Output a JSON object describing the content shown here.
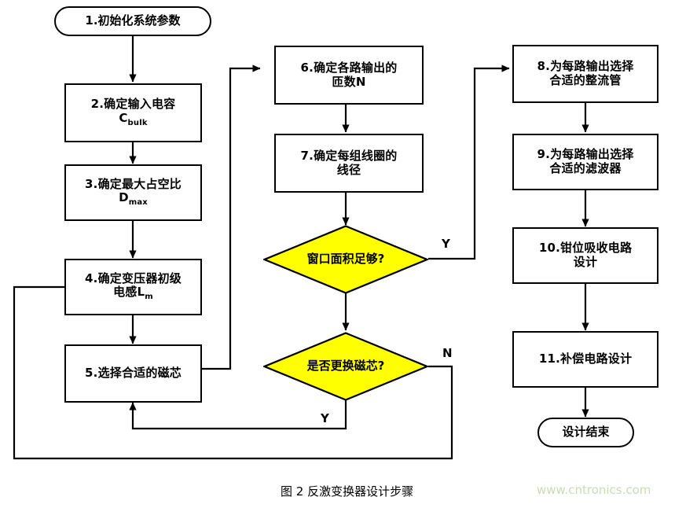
{
  "figure": {
    "caption": "图 2  反激变换器设计步骤",
    "watermark": "www.cntronics.com",
    "colors": {
      "decision_fill": "#FFFF00",
      "stroke": "#000000",
      "process_fill": "#FFFFFF",
      "watermark_text": "#C9DCB4",
      "background": "#FFFFFF"
    }
  },
  "nodes": {
    "start": {
      "label": "1.初始化系统参数",
      "shape": "terminator"
    },
    "step2": {
      "line1": "2.确定输入电容",
      "line2_main": "C",
      "line2_sub": "bulk",
      "shape": "process"
    },
    "step3": {
      "line1": "3.确定最大占空比",
      "line2_main": "D",
      "line2_sub": "max",
      "shape": "process"
    },
    "step4": {
      "line1": "4.确定变压器初级",
      "line2_main": "电感L",
      "line2_sub": "m",
      "shape": "process"
    },
    "step5": {
      "line1": "5.选择合适的磁芯",
      "shape": "process"
    },
    "step6": {
      "line1": "6.确定各路输出的",
      "line2": "匝数N",
      "shape": "process"
    },
    "step7": {
      "line1": "7.确定每组线圈的",
      "line2": "线径",
      "shape": "process"
    },
    "decision1": {
      "label": "窗口面积足够?",
      "shape": "decision"
    },
    "decision2": {
      "label": "是否更换磁芯?",
      "shape": "decision"
    },
    "step8": {
      "line1": "8.为每路输出选择",
      "line2": "合适的整流管",
      "shape": "process"
    },
    "step9": {
      "line1": "9.为每路输出选择",
      "line2": "合适的滤波器",
      "shape": "process"
    },
    "step10": {
      "line1": "10.钳位吸收电路",
      "line2": "设计",
      "shape": "process"
    },
    "step11": {
      "line1": "11.补偿电路设计",
      "shape": "process"
    },
    "end": {
      "label": "设计结束",
      "shape": "terminator"
    }
  },
  "edge_labels": {
    "d1_yes": "Y",
    "d2_no": "N",
    "d2_yes": "Y"
  }
}
